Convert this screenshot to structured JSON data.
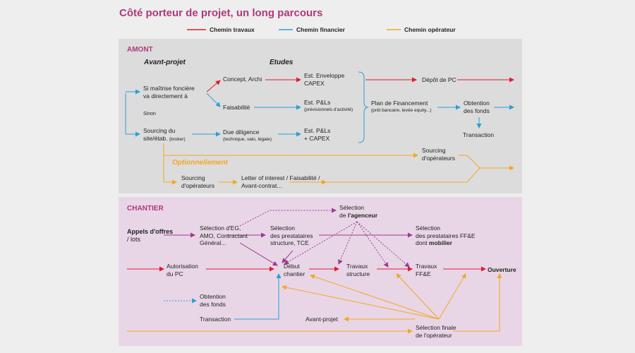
{
  "title": "Côté porteur de projet, un long parcours",
  "colors": {
    "travaux": "#e11c2c",
    "financier": "#2a9fd8",
    "operateur": "#f5a623",
    "chantier": "#9b3b8f",
    "title": "#b0387a"
  },
  "legend": {
    "travaux": "Chemin travaux",
    "financier": "Chemin financier",
    "operateur": "Chemin opérateur"
  },
  "amont": {
    "label": "AMONT",
    "avant_projet": "Avant-projet",
    "etudes": "Etudes",
    "si_maitrise": [
      "Si maîtrise foncière",
      "va directement à"
    ],
    "sinon": "Sinon",
    "sourcing_site": [
      "Sourcing du",
      "site/étab."
    ],
    "sourcing_site_sub": "(broker)",
    "concept": "Concept, Archi",
    "faisabilite": "Faisabilité",
    "due_diligence": "Due diligence",
    "due_diligence_sub": "(technique, valo, légale)",
    "est_enveloppe": [
      "Est. Enveloppe",
      "CAPEX"
    ],
    "est_pls_1": "Est. P&Ls",
    "est_pls_1_sub": "(prévisionnels d'activité)",
    "est_pls_2": [
      "Est. P&Ls",
      "+ CAPEX"
    ],
    "plan_financement": "Plan de Financement",
    "plan_financement_sub": "(prêt bancaire, levée equity...)",
    "depot_pc": "Dépôt de PC",
    "obtention_fonds": [
      "Obtention",
      "des fonds"
    ],
    "transaction": "Transaction",
    "sourcing_operateurs_top": [
      "Sourcing",
      "d'opérateurs"
    ],
    "optionnellement": "Optionnellement",
    "sourcing_operateurs_bottom": [
      "Sourcing",
      "d'opérateurs"
    ],
    "letter_of_interest": [
      "Letter of interest / Faisabilité /",
      "Avant-contrat..."
    ]
  },
  "chantier": {
    "label": "CHANTIER",
    "appels_offres": [
      "Appels d'offres",
      "/ lots"
    ],
    "selection_eg": [
      "Sélection d'EG,",
      "AMO, Contractant",
      "Général..."
    ],
    "selection_agenceur": "Sélection",
    "selection_agenceur_2a": "de ",
    "selection_agenceur_2b": "l'agenceur",
    "selection_prestataires": [
      "Sélection",
      "des prestataires",
      "structure, TCE"
    ],
    "selection_ffe_1": "Sélection",
    "selection_ffe_2": "des prestataires FF&E",
    "selection_ffe_3a": "dont ",
    "selection_ffe_3b": "mobilier",
    "autorisation_pc": [
      "Autorisation",
      "du PC"
    ],
    "debut_chantier": [
      "Début",
      "chantier"
    ],
    "travaux_structure": [
      "Travaux",
      "structure"
    ],
    "travaux_ffe": [
      "Travaux",
      "FF&E"
    ],
    "ouverture": "Ouverture",
    "obtention_fonds": [
      "Obtention",
      "des fonds"
    ],
    "transaction": "Transaction",
    "avant_projet": "Avant-projet",
    "selection_finale": [
      "Sélection finale",
      "de l'opérateur"
    ]
  }
}
